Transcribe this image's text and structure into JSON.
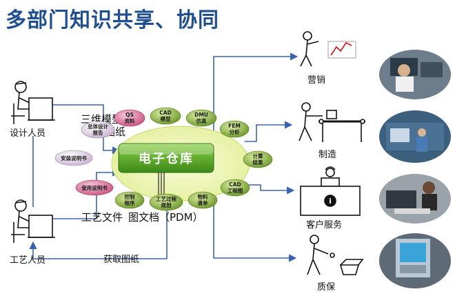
{
  "title": "多部门知识共享、协同",
  "core": {
    "label": "电子仓库"
  },
  "people": {
    "designer": "设计人员",
    "process": "工艺人员"
  },
  "departments": {
    "sales": "营销",
    "manufacturing": "制造",
    "customer_service": "客户服务",
    "quality": "质保"
  },
  "labels": {
    "three_d_model": "三维模型",
    "drawing": "图纸",
    "process_file": "工艺文件",
    "drawing_doc": "图文档（PDM）",
    "get_drawing": "获取图纸"
  },
  "nodes": {
    "qs": [
      "QS",
      "资料"
    ],
    "cad_model": [
      "CAD",
      "模型"
    ],
    "dmu": [
      "DMU",
      "仿真"
    ],
    "fem": [
      "FEM",
      "分析"
    ],
    "summary": [
      "总体设计",
      "报告"
    ],
    "install": [
      "安装说明书"
    ],
    "calc": [
      "计算",
      "结果"
    ],
    "manual": [
      "使用说明书"
    ],
    "cad_drawing": [
      "CAD",
      "工程图"
    ],
    "control": [
      "控制",
      "程序"
    ],
    "process_plan": [
      "工艺过程",
      "规划"
    ],
    "bom": [
      "物料",
      "清单"
    ]
  },
  "colors": {
    "pink_node": "#d0668e",
    "green_node": "#6f9a2a",
    "core_green": "#4d9a22",
    "arrow": "#3a64b0",
    "title": "#1f4f8f"
  }
}
